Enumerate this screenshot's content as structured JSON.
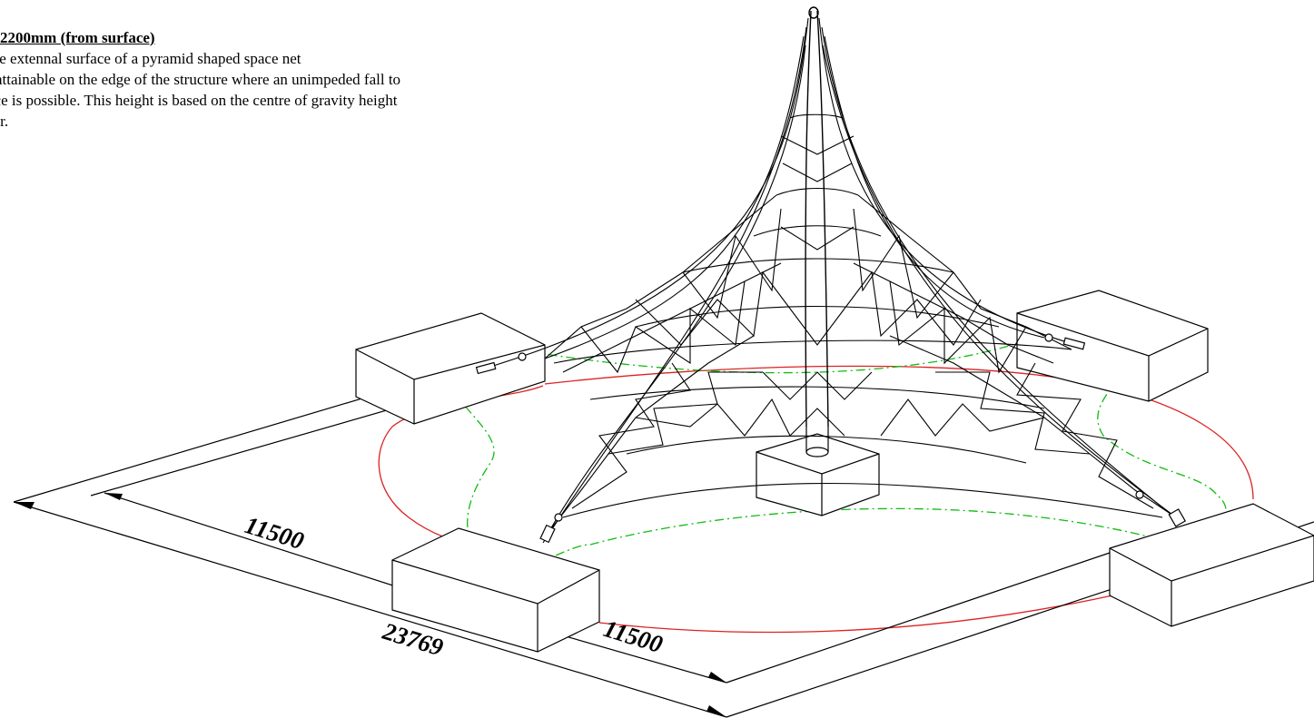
{
  "notes": {
    "heading": "2200mm (from surface)",
    "lines": [
      "the extennal surface of a pyramid shaped space net",
      "t attainable on the edge of the structure where an unimpeded fall to",
      "ace is possible. This height is based on the centre of gravity height",
      "ser."
    ]
  },
  "dimensions": {
    "inner_left": "11500",
    "inner_right": "11500",
    "overall": "23769"
  },
  "colors": {
    "line": "#000000",
    "red_boundary": "#dd2222",
    "green_boundary": "#11bb11"
  }
}
